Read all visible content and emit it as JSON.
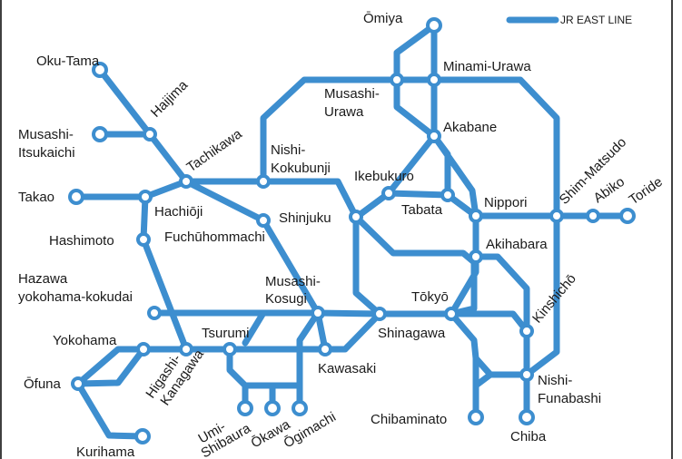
{
  "legend": {
    "label": "JR EAST LINE",
    "color": "#3d8ecf"
  },
  "stations": {
    "omiya": "Ōmiya",
    "minami_urawa": "Minami-Urawa",
    "musashi_urawa_1": "Musashi-",
    "musashi_urawa_2": "Urawa",
    "akabane": "Akabane",
    "oku_tama": "Oku-Tama",
    "hajjima": "Haijima",
    "musashi_itsukaichi_1": "Musashi-",
    "musashi_itsukaichi_2": "Itsukaichi",
    "tachikawa": "Tachikawa",
    "nishi_kokubunji_1": "Nishi-",
    "nishi_kokubunji_2": "Kokubunji",
    "ikebukuro": "Ikebukuro",
    "shim_matsudo": "Shim-Matsudo",
    "takao": "Takao",
    "hachioji": "Hachiōji",
    "shinjuku": "Shinjuku",
    "tabata": "Tabata",
    "nippori": "Nippori",
    "abiko": "Abiko",
    "toride": "Toride",
    "hashimoto": "Hashimoto",
    "fuchuhommachi": "Fuchūhommachi",
    "akihabara": "Akihabara",
    "hazawa_1": "Hazawa",
    "hazawa_2": "yokohama-kokudai",
    "musashi_kosugi_1": "Musashi-",
    "musashi_kosugi_2": "Kosugi",
    "kinshicho": "Kinshichō",
    "tokyo": "Tōkyō",
    "tsurumi": "Tsurumi",
    "yokohama": "Yokohama",
    "shinagawa": "Shinagawa",
    "higashi_kanagawa_1": "Higashi-",
    "higashi_kanagawa_2": "Kanagawa",
    "kawasaki": "Kawasaki",
    "ofuna": "Ōfuna",
    "nishi_funabashi_1": "Nishi-",
    "nishi_funabashi_2": "Funabashi",
    "umi_shibaura_1": "Umi-",
    "umi_shibaura_2": "Shibaura",
    "okawa": "Ōkawa",
    "ogimachi": "Ōgimachi",
    "chibaminato": "Chibaminato",
    "chiba": "Chiba",
    "kurihama": "Kurihama"
  }
}
